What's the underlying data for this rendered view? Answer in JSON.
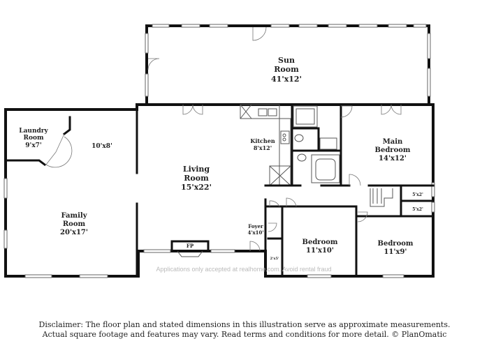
{
  "rooms": {
    "sun": {
      "name1": "Sun",
      "name2": "Room",
      "dim": "41'x12'"
    },
    "laundry": {
      "name1": "Laundry",
      "name2": "Room",
      "dim": "9'x7'"
    },
    "unnamed": {
      "dim": "10'x8'"
    },
    "family": {
      "name1": "Family",
      "name2": "Room",
      "dim": "20'x17'"
    },
    "living": {
      "name1": "Living",
      "name2": "Room",
      "dim": "15'x22'"
    },
    "kitchen": {
      "name": "Kitchen",
      "dim": "8'x12'"
    },
    "main_bedroom": {
      "name1": "Main",
      "name2": "Bedroom",
      "dim": "14'x12'"
    },
    "closet1": {
      "dim": "5'x2'"
    },
    "closet2": {
      "dim": "5'x2'"
    },
    "foyer": {
      "name": "Foyer",
      "dim": "4'x10'"
    },
    "closet3": {
      "dim": "2'x5'"
    },
    "bedroom1": {
      "name": "Bedroom",
      "dim": "11'x10'"
    },
    "bedroom2": {
      "name": "Bedroom",
      "dim": "11'x9'"
    },
    "fireplace": {
      "label": "FP"
    }
  },
  "watermark": "Applications only accepted at realhome.com. Avoid rental fraud",
  "disclaimer": {
    "line1": "Disclaimer: The floor plan and stated dimensions in this illustration serve as approximate measurements.",
    "line2": "Actual square footage and features may vary. Read terms and conditions for more detail. © PlanOmatic"
  }
}
